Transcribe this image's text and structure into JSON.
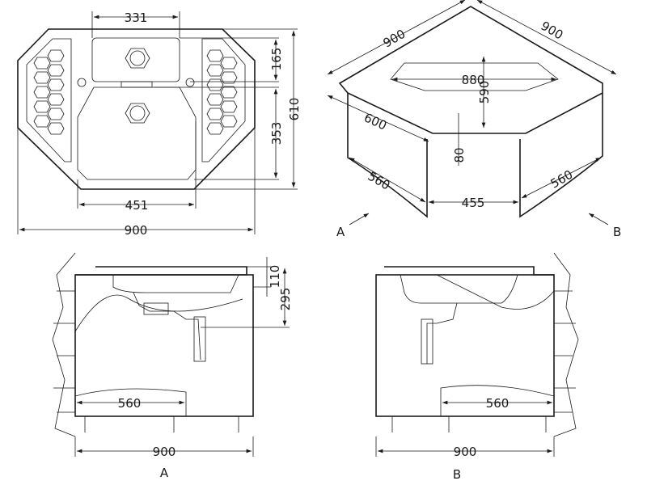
{
  "plan_view": {
    "top_bowl_width": "331",
    "top_bowl_depth": "165",
    "overall_depth": "610",
    "main_bowl_depth": "353",
    "main_bowl_width": "451",
    "overall_width": "900"
  },
  "iso_view": {
    "side_left": "900",
    "side_right": "900",
    "bowl_span": "880",
    "bowl_depth": "590",
    "cabinet_depth": "600",
    "thickness": "80",
    "left_panel": "560",
    "front_gap": "455",
    "right_panel": "560",
    "arrow_a": "A",
    "arrow_b": "B"
  },
  "elevation_a": {
    "rim_height": "110",
    "bowl_height": "295",
    "inner_width": "560",
    "overall_width": "900",
    "label": "A"
  },
  "elevation_b": {
    "inner_width": "560",
    "overall_width": "900",
    "label": "B"
  }
}
